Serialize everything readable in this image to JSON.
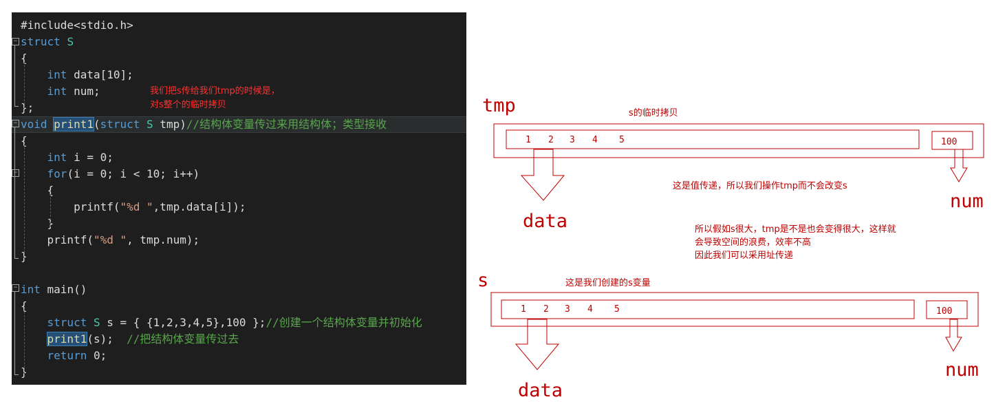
{
  "editor": {
    "lines": [
      {
        "segs": [
          [
            "plain",
            "#include<stdio.h>"
          ]
        ]
      },
      {
        "segs": [
          [
            "kw",
            "struct"
          ],
          [
            "plain",
            " "
          ],
          [
            "ty",
            "S"
          ]
        ]
      },
      {
        "segs": [
          [
            "plain",
            "{"
          ]
        ]
      },
      {
        "segs": [
          [
            "plain",
            "    "
          ],
          [
            "kw",
            "int"
          ],
          [
            "plain",
            " data[10];"
          ]
        ]
      },
      {
        "segs": [
          [
            "plain",
            "    "
          ],
          [
            "kw",
            "int"
          ],
          [
            "plain",
            " num;"
          ]
        ]
      },
      {
        "segs": [
          [
            "plain",
            "};"
          ]
        ]
      },
      {
        "segs": [
          [
            "kw",
            "void"
          ],
          [
            "plain",
            " "
          ],
          [
            "hlfn",
            "print1"
          ],
          [
            "plain",
            "("
          ],
          [
            "kw",
            "struct"
          ],
          [
            "plain",
            " "
          ],
          [
            "ty",
            "S"
          ],
          [
            "plain",
            " tmp)"
          ],
          [
            "cmt",
            "//结构体变量传过来用结构体；类型接收"
          ]
        ],
        "current": true
      },
      {
        "segs": [
          [
            "plain",
            "{"
          ]
        ]
      },
      {
        "segs": [
          [
            "plain",
            "    "
          ],
          [
            "kw",
            "int"
          ],
          [
            "plain",
            " i = 0;"
          ]
        ]
      },
      {
        "segs": [
          [
            "plain",
            "    "
          ],
          [
            "kw",
            "for"
          ],
          [
            "plain",
            "(i = 0; i < 10; i++)"
          ]
        ]
      },
      {
        "segs": [
          [
            "plain",
            "    {"
          ]
        ]
      },
      {
        "segs": [
          [
            "plain",
            "        printf("
          ],
          [
            "str",
            "\"%d \""
          ],
          [
            "plain",
            ",tmp.data[i]);"
          ]
        ]
      },
      {
        "segs": [
          [
            "plain",
            "    }"
          ]
        ]
      },
      {
        "segs": [
          [
            "plain",
            "    printf("
          ],
          [
            "str",
            "\"%d \""
          ],
          [
            "plain",
            ", tmp.num);"
          ]
        ]
      },
      {
        "segs": [
          [
            "plain",
            "}"
          ]
        ]
      },
      {
        "segs": []
      },
      {
        "segs": [
          [
            "kw",
            "int"
          ],
          [
            "plain",
            " main()"
          ]
        ]
      },
      {
        "segs": [
          [
            "plain",
            "{"
          ]
        ]
      },
      {
        "segs": [
          [
            "plain",
            "    "
          ],
          [
            "kw",
            "struct"
          ],
          [
            "plain",
            " "
          ],
          [
            "ty",
            "S"
          ],
          [
            "plain",
            " s = { {1,2,3,4,5},100 };"
          ],
          [
            "cmt",
            "//创建一个结构体变量并初始化"
          ]
        ]
      },
      {
        "segs": [
          [
            "plain",
            "    "
          ],
          [
            "hlfn",
            "print1"
          ],
          [
            "plain",
            "(s);  "
          ],
          [
            "cmt",
            "//把结构体变量传过去"
          ]
        ]
      },
      {
        "segs": [
          [
            "plain",
            "    "
          ],
          [
            "kw",
            "return"
          ],
          [
            "plain",
            " 0;"
          ]
        ]
      },
      {
        "segs": [
          [
            "plain",
            "}"
          ]
        ]
      }
    ],
    "note_line1": "我们把s传给我们tmp的时候是，",
    "note_line2": "对s整个的临时拷贝"
  },
  "diagram": {
    "tmp_label": "tmp",
    "tmp_caption": "s的临时拷贝",
    "tmp_digits": [
      "1",
      "2",
      "3",
      "4",
      "5"
    ],
    "tmp_num_value": "100",
    "tmp_data_label": "data",
    "tmp_num_label": "num",
    "explain_1": "这是值传递，所以我们操作tmp而不会改变s",
    "explain_2_line1": "所以假如s很大，tmp是不是也会变得很大，这样就",
    "explain_2_line2": "会导致空间的浪费，效率不高",
    "explain_2_line3": "因此我们可以采用址传递",
    "s_label": "s",
    "s_caption": "这是我们创建的s变量",
    "s_digits": [
      "1",
      "2",
      "3",
      "4",
      "5"
    ],
    "s_num_value": "100",
    "s_data_label": "data",
    "s_num_label": "num"
  },
  "colors": {
    "editor_bg": "#1e1e1e",
    "keyword": "#569cd6",
    "type": "#4ec9b0",
    "comment": "#57a64a",
    "string": "#d69d85",
    "annotation_red": "#c00000"
  }
}
